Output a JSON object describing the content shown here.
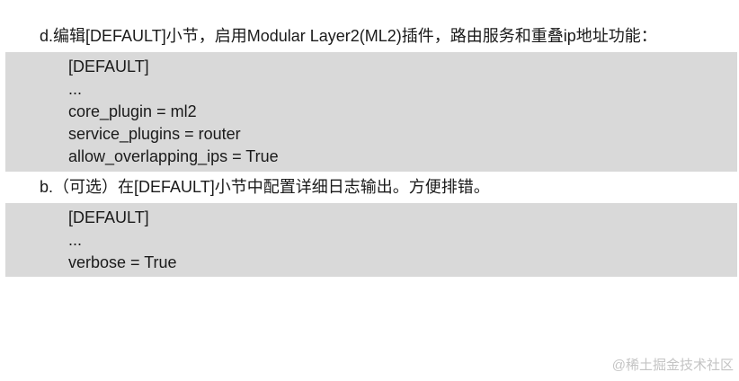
{
  "steps": [
    {
      "heading": "d.编辑[DEFAULT]小节，启用Modular Layer2(ML2)插件，路由服务和重叠ip地址功能：",
      "code_lines": [
        "[DEFAULT]",
        "...",
        "core_plugin = ml2",
        "service_plugins = router",
        "allow_overlapping_ips = True"
      ]
    },
    {
      "heading": "b.（可选）在[DEFAULT]小节中配置详细日志输出。方便排错。",
      "code_lines": [
        "[DEFAULT]",
        "...",
        "verbose = True"
      ]
    }
  ],
  "watermark": "@稀土掘金技术社区"
}
